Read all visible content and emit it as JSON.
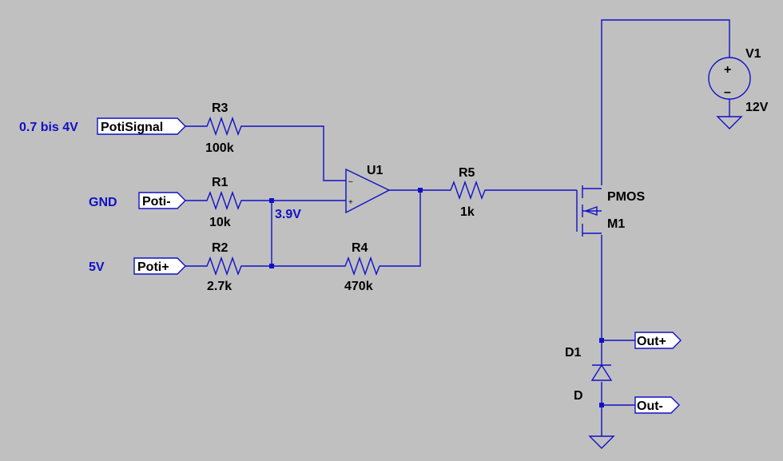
{
  "schematic": {
    "net_labels": {
      "potisignal_range": "0.7 bis 4V",
      "gnd": "GND",
      "five_volt": "5V",
      "node_voltage": "3.9V"
    },
    "ports": {
      "potisignal": "PotiSignal",
      "poti_minus": "Poti-",
      "poti_plus": "Poti+",
      "out_plus": "Out+",
      "out_minus": "Out-"
    },
    "components": {
      "r3": {
        "name": "R3",
        "value": "100k"
      },
      "r1": {
        "name": "R1",
        "value": "10k"
      },
      "r2": {
        "name": "R2",
        "value": "2.7k"
      },
      "r4": {
        "name": "R4",
        "value": "470k"
      },
      "r5": {
        "name": "R5",
        "value": "1k"
      },
      "u1": {
        "name": "U1",
        "pin_minus": "–",
        "pin_plus": "+"
      },
      "m1": {
        "name": "M1",
        "model": "PMOS"
      },
      "v1": {
        "name": "V1",
        "value": "12V",
        "sign_plus": "+",
        "sign_minus": "–"
      },
      "d1": {
        "name": "D1",
        "model": "D"
      }
    },
    "colors": {
      "background": "#c0c0c0",
      "wire": "#1010c8",
      "text": "#000000",
      "net_text": "#1010c8"
    }
  }
}
